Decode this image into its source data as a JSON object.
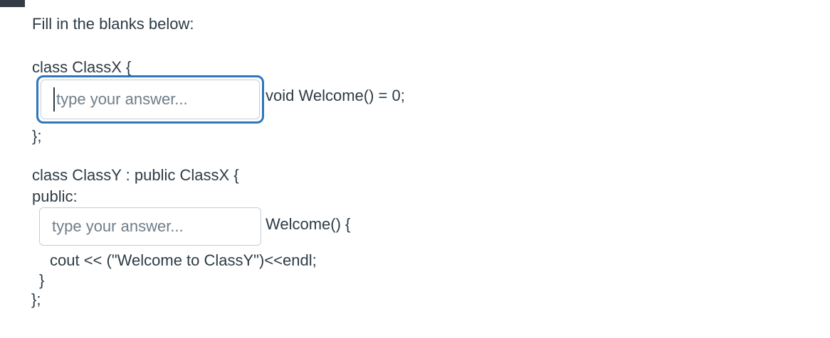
{
  "colors": {
    "text": "#2d3b45",
    "placeholder": "#6f7d88",
    "focus_ring": "#2e77bd",
    "input_border": "#c7cdd1",
    "top_bar": "#333c46",
    "background": "#ffffff"
  },
  "question": {
    "prompt": "Fill in the blanks below:",
    "code1": {
      "open": "class ClassX {",
      "member_rest": "void Welcome() = 0;",
      "close": "};"
    },
    "code2": {
      "open": "class ClassY : public ClassX {",
      "access": "public:",
      "method_rest": "Welcome() {",
      "body": "cout << (\"Welcome to ClassY\")<<endl;",
      "method_close": "}",
      "close": "};"
    },
    "blanks": [
      {
        "placeholder": "type your answer...",
        "value": "",
        "focused": true
      },
      {
        "placeholder": "type your answer...",
        "value": "",
        "focused": false
      }
    ]
  }
}
